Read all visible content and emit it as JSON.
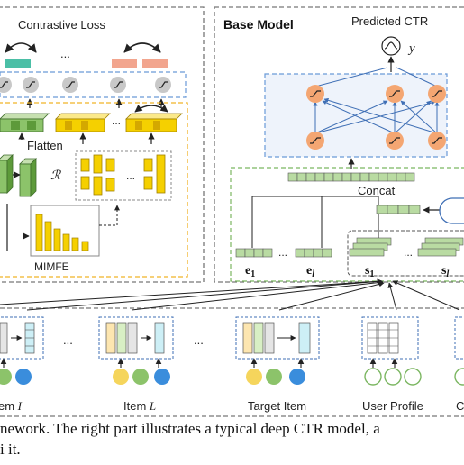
{
  "left_panel": {
    "title": "Contrastive Loss",
    "dots_top": "...",
    "flatten_label": "Flatten",
    "r_symbol": "ℛ",
    "mimfe_label": "MIMFE"
  },
  "base_model": {
    "title": "Base Model",
    "output_label": "Predicted CTR",
    "output_symbol": "y",
    "concat_label": "Concat",
    "e1_base": "e",
    "e1_sub": "1",
    "el_base": "e",
    "el_sub": "l",
    "s1_base": "s",
    "s1_sub": "1",
    "sl_base": "s",
    "sl_sub": "l",
    "dots": "..."
  },
  "inputs": {
    "item_i_prefix": "em ",
    "item_i_var": "I",
    "dots_a": "...",
    "item_l_prefix": "Item ",
    "item_l_var": "L",
    "target_item": "Target Item",
    "user_profile": "User Profile",
    "cut_label": "C"
  },
  "caption": {
    "line1": "nework. The right part illustrates a typical deep CTR model, a",
    "line2": "i it."
  },
  "colors": {
    "teal": "#4bbfa6",
    "salmon": "#f2a58e",
    "green": "#8cc36a",
    "yellow": "#f5d000",
    "blue_bg": "#eef3fb",
    "blue_dash": "#6a9ad8",
    "orange_dash": "#f0b428",
    "neuron": "#f4a672"
  }
}
